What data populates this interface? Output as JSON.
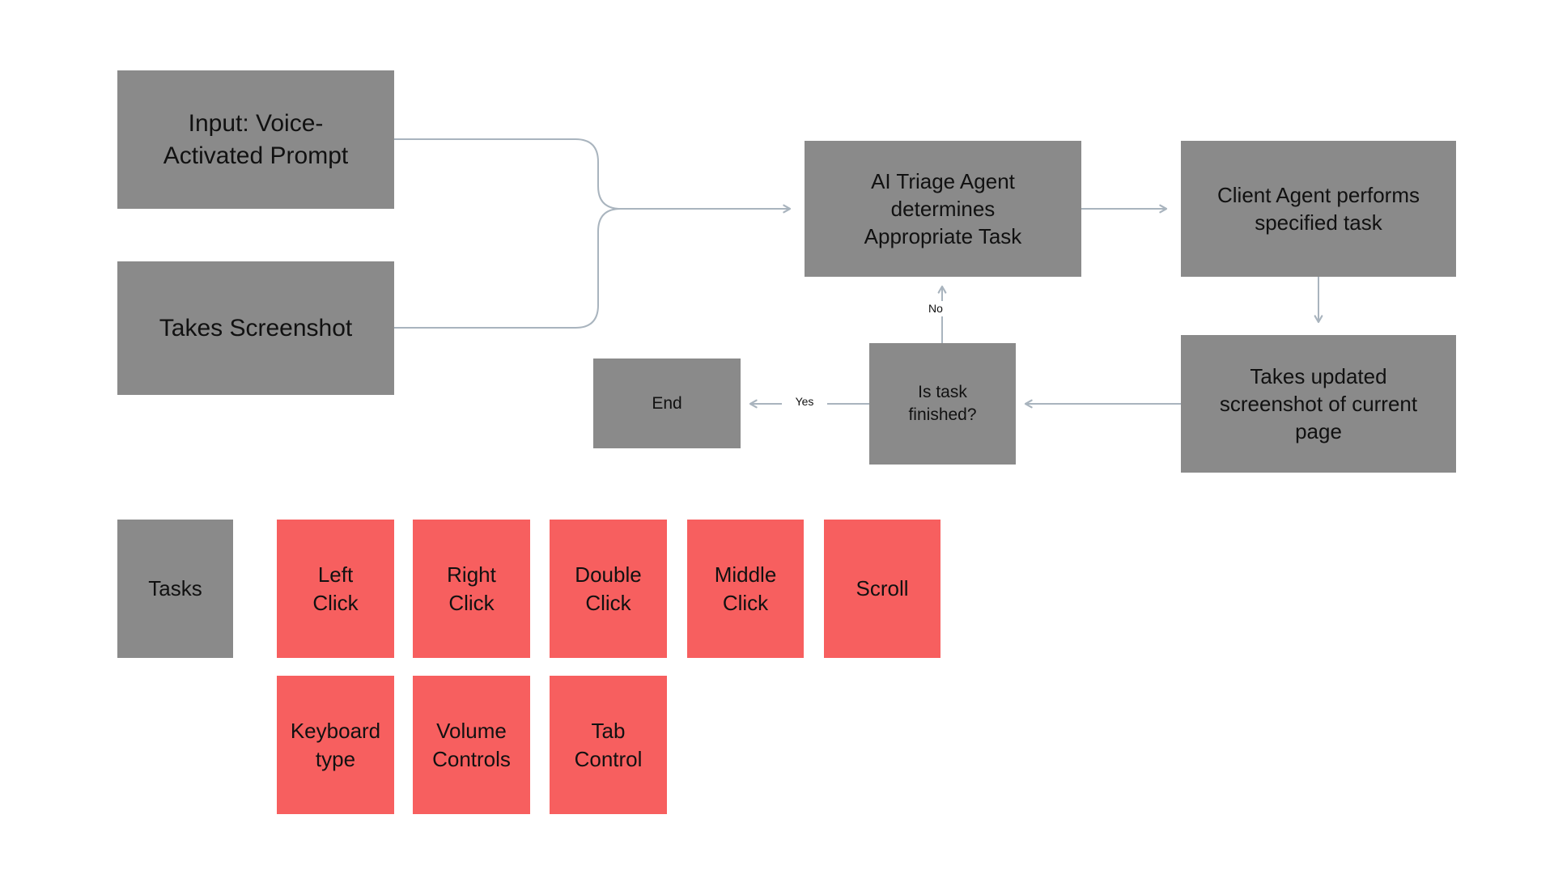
{
  "diagram": {
    "nodes": {
      "input_prompt": {
        "label": "Input: Voice-\nActivated Prompt"
      },
      "takes_screenshot": {
        "label": "Takes Screenshot"
      },
      "triage": {
        "label": "AI Triage Agent\ndetermines\nAppropriate Task"
      },
      "client_agent": {
        "label": "Client Agent performs\nspecified task"
      },
      "updated_screenshot": {
        "label": "Takes updated\nscreenshot of current\npage"
      },
      "is_finished": {
        "label": "Is task\nfinished?"
      },
      "end": {
        "label": "End"
      }
    },
    "edge_labels": {
      "no": "No",
      "yes": "Yes"
    },
    "tasks_legend": {
      "header": "Tasks",
      "items": [
        {
          "label": "Left\nClick"
        },
        {
          "label": "Right\nClick"
        },
        {
          "label": "Double\nClick"
        },
        {
          "label": "Middle\nClick"
        },
        {
          "label": "Scroll"
        },
        {
          "label": "Keyboard\ntype"
        },
        {
          "label": "Volume\nControls"
        },
        {
          "label": "Tab\nControl"
        }
      ]
    },
    "colors": {
      "node_gray": "#8a8a8a",
      "task_red": "#f75f5f",
      "arrow": "#a9b4be",
      "background": "#ffffff",
      "text": "#111111"
    }
  }
}
